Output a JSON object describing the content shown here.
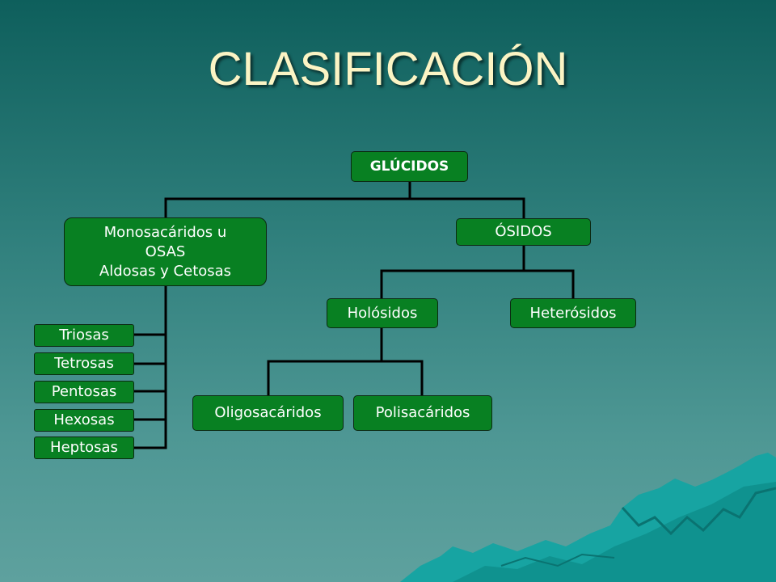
{
  "title": "CLASIFICACIÓN",
  "nodes": {
    "root": "GLÚCIDOS",
    "monosacaridos": [
      "Monosacáridos u",
      "OSAS",
      "Aldosas y Cetosas"
    ],
    "osidos": "ÓSIDOS",
    "holosidos": "Holósidos",
    "heterosidos": "Heterósidos",
    "oligosacaridos": "Oligosacáridos",
    "polisacaridos": "Polisacáridos",
    "monosacaridos_types": [
      "Triosas",
      "Tetrosas",
      "Pentosas",
      "Hexosas",
      "Heptosas"
    ]
  },
  "colors": {
    "node_fill": "#088022",
    "title": "#fbf4c4",
    "line": "#000000"
  }
}
